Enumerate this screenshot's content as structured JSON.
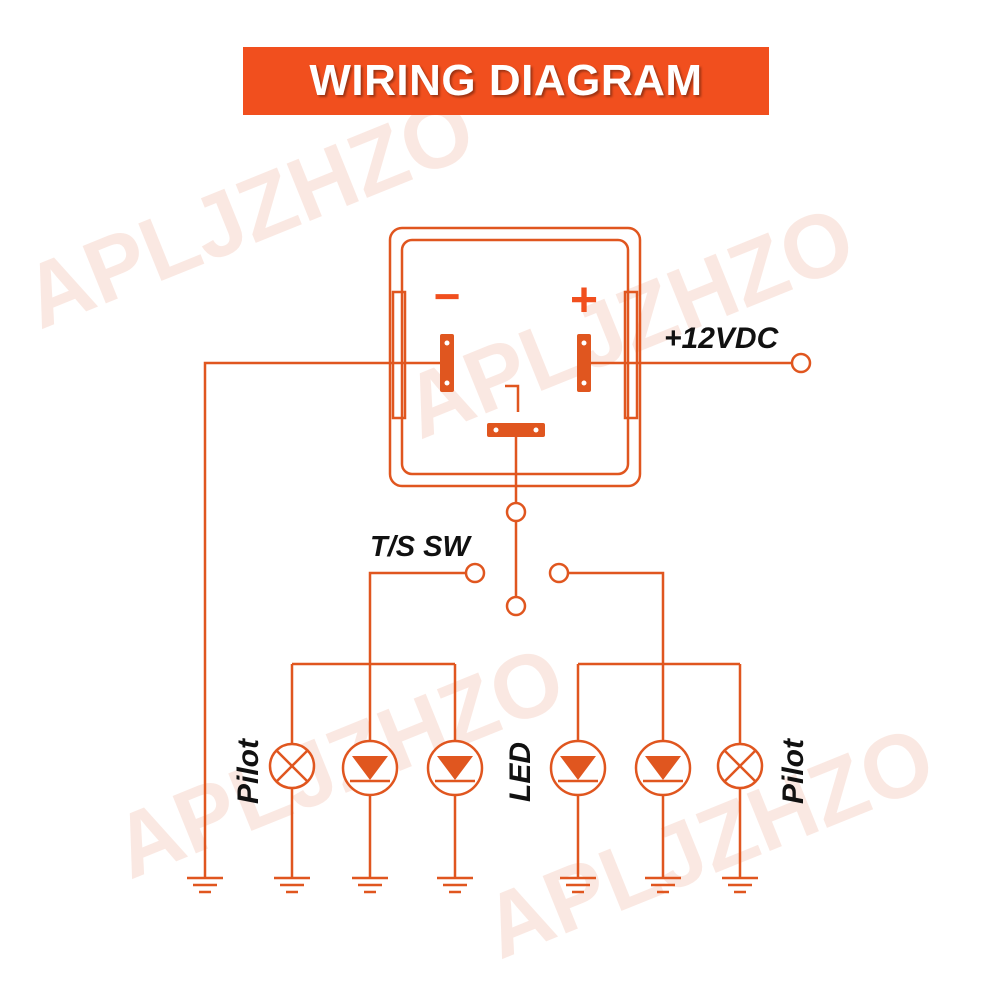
{
  "title": "WIRING DIAGRAM",
  "watermark": "APLJZHZO",
  "labels": {
    "minus": "−",
    "plus": "+",
    "supply": "+12VDC",
    "switch": "T/S SW",
    "pilot_left": "Pilot",
    "led": "LED",
    "pilot_right": "Pilot"
  },
  "colors": {
    "wire": "#e0561f",
    "banner": "#f14f1e",
    "text": "#111111",
    "watermark": "#f7d7cc"
  }
}
